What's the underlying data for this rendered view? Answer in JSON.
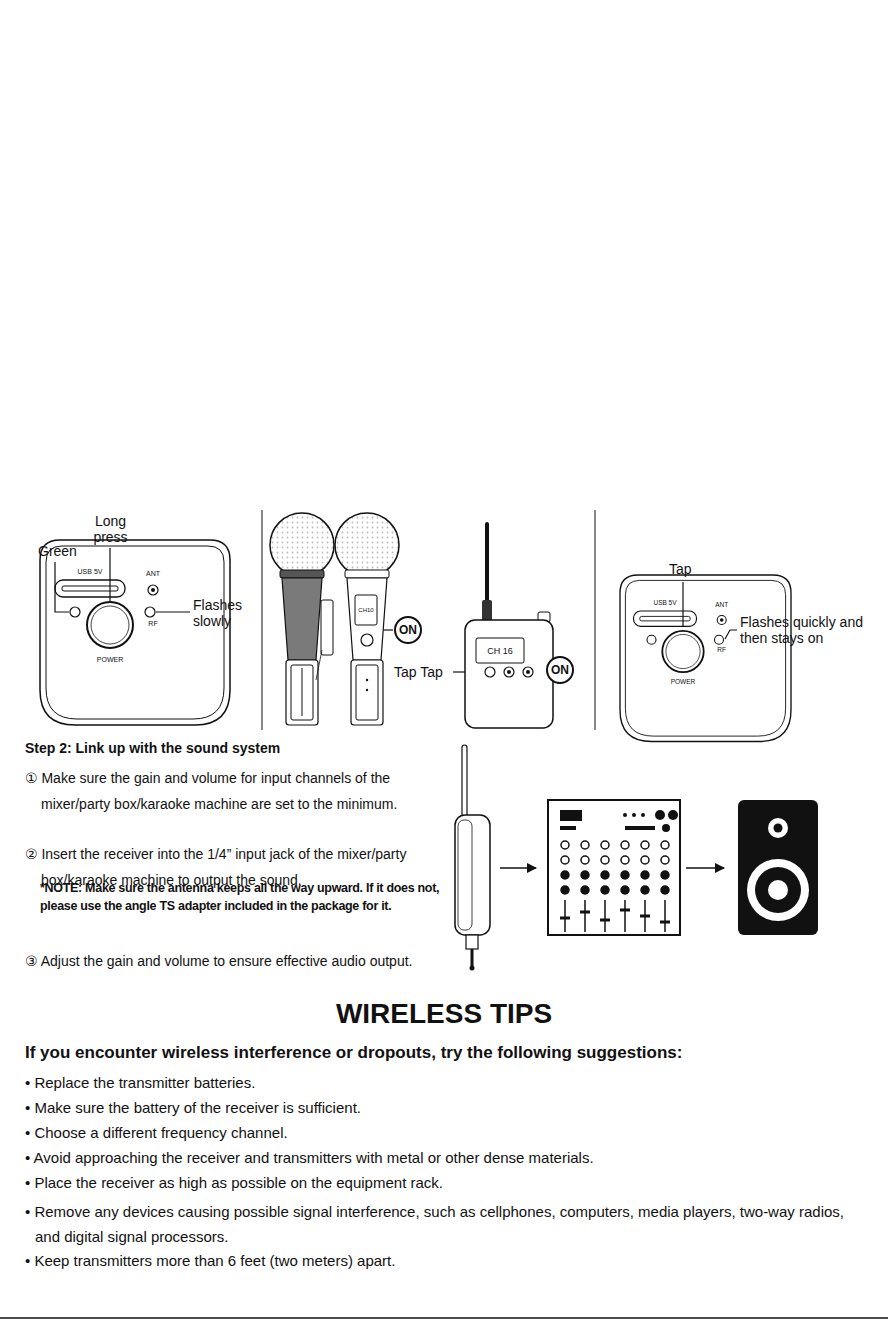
{
  "diagram": {
    "nodes": [
      {
        "text": [
          "USB 5V",
          "ANT",
          "RF",
          "POWER"
        ]
      },
      {
        "text": [
          "CH10"
        ]
      },
      {
        "text": [
          "ON"
        ]
      },
      {
        "text": [
          "CH 16"
        ]
      },
      {
        "text": [
          "ON"
        ]
      },
      {
        "text": [
          "USB 5V",
          "ANT",
          "RF",
          "POWER"
        ]
      }
    ],
    "labels": [
      "Green",
      "Long press",
      "Flashes slowly",
      "Tap Tap",
      "Tap",
      "Flashes quickly and then stays on",
      "Step 2: Link up with the sound system",
      "① Make sure the gain and volume for input channels of the mixer/party box/karaoke machine are set to the minimum.",
      "② Insert the receiver into the 1/4” input jack of the mixer/party box/karaoke machine to output the sound.",
      "*NOTE: Make sure the antenna keeps all the way upward. If it does not, please use the angle TS adapter included in the package for it.",
      "③ Adjust the gain and volume to ensure effective audio output.",
      "WIRELESS TIPS",
      "If you encounter wireless interference or dropouts, try the following suggestions:",
      "• Replace the transmitter batteries.",
      "• Make sure the battery of the receiver is sufficient.",
      "• Choose a different frequency channel.",
      "• Avoid approaching the receiver and transmitters with metal or other dense materials.",
      "• Place the receiver as high as possible on the equipment rack.",
      "• Remove any devices causing possible signal interference, such as cellphones, computers, media players, two-way radios, and digital signal processors.",
      "• Keep transmitters more than 6 feet (two meters) apart."
    ]
  }
}
